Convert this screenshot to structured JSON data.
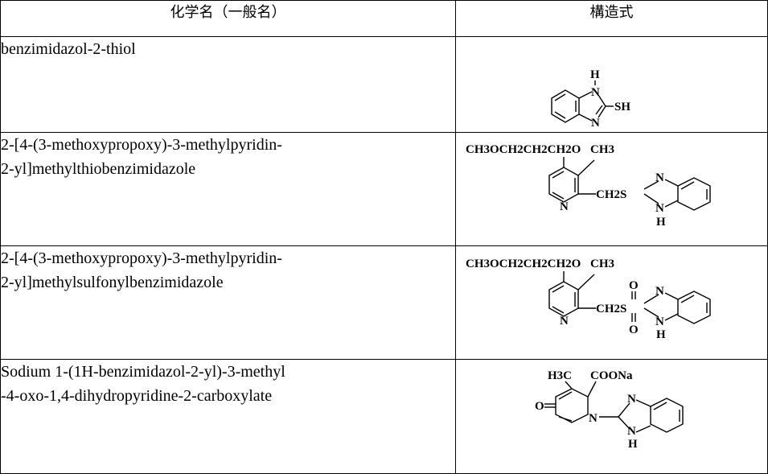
{
  "header": {
    "col_name": "化学名（一般名）",
    "col_structure": "構造式"
  },
  "rows": [
    {
      "name": [
        "benzimidazol-2-thiol"
      ],
      "structure": {
        "label_h": "H",
        "label_n1": "N",
        "label_n2": "N",
        "label_sh": "SH"
      }
    },
    {
      "name": [
        "2-[4-(3-methoxypropoxy)-3-methylpyridin-",
        "2-yl]methylthiobenzimidazole"
      ],
      "structure": {
        "chain": "CH3OCH2CH2CH2O",
        "methyl": "CH3",
        "linker": "CH2S",
        "n_py": "N",
        "n_im": "N",
        "nh": "N",
        "h": "H"
      }
    },
    {
      "name": [
        "2-[4-(3-methoxypropoxy)-3-methylpyridin-",
        "2-yl]methylsulfonylbenzimidazole"
      ],
      "structure": {
        "chain": "CH3OCH2CH2CH2O",
        "methyl": "CH3",
        "linker": "CH2S",
        "o_top": "O",
        "o_bottom": "O",
        "n_py": "N",
        "n_im": "N",
        "nh": "N",
        "h": "H"
      }
    },
    {
      "name": [
        "Sodium 1-(1H-benzimidazol-2-yl)-3-methyl",
        "-4-oxo-1,4-dihydropyridine-2-carboxylate"
      ],
      "structure": {
        "methyl": "H3C",
        "carboxylate": "COONa",
        "oxo": "O",
        "n_py": "N",
        "n_im": "N",
        "nh": "N",
        "h": "H"
      }
    }
  ]
}
